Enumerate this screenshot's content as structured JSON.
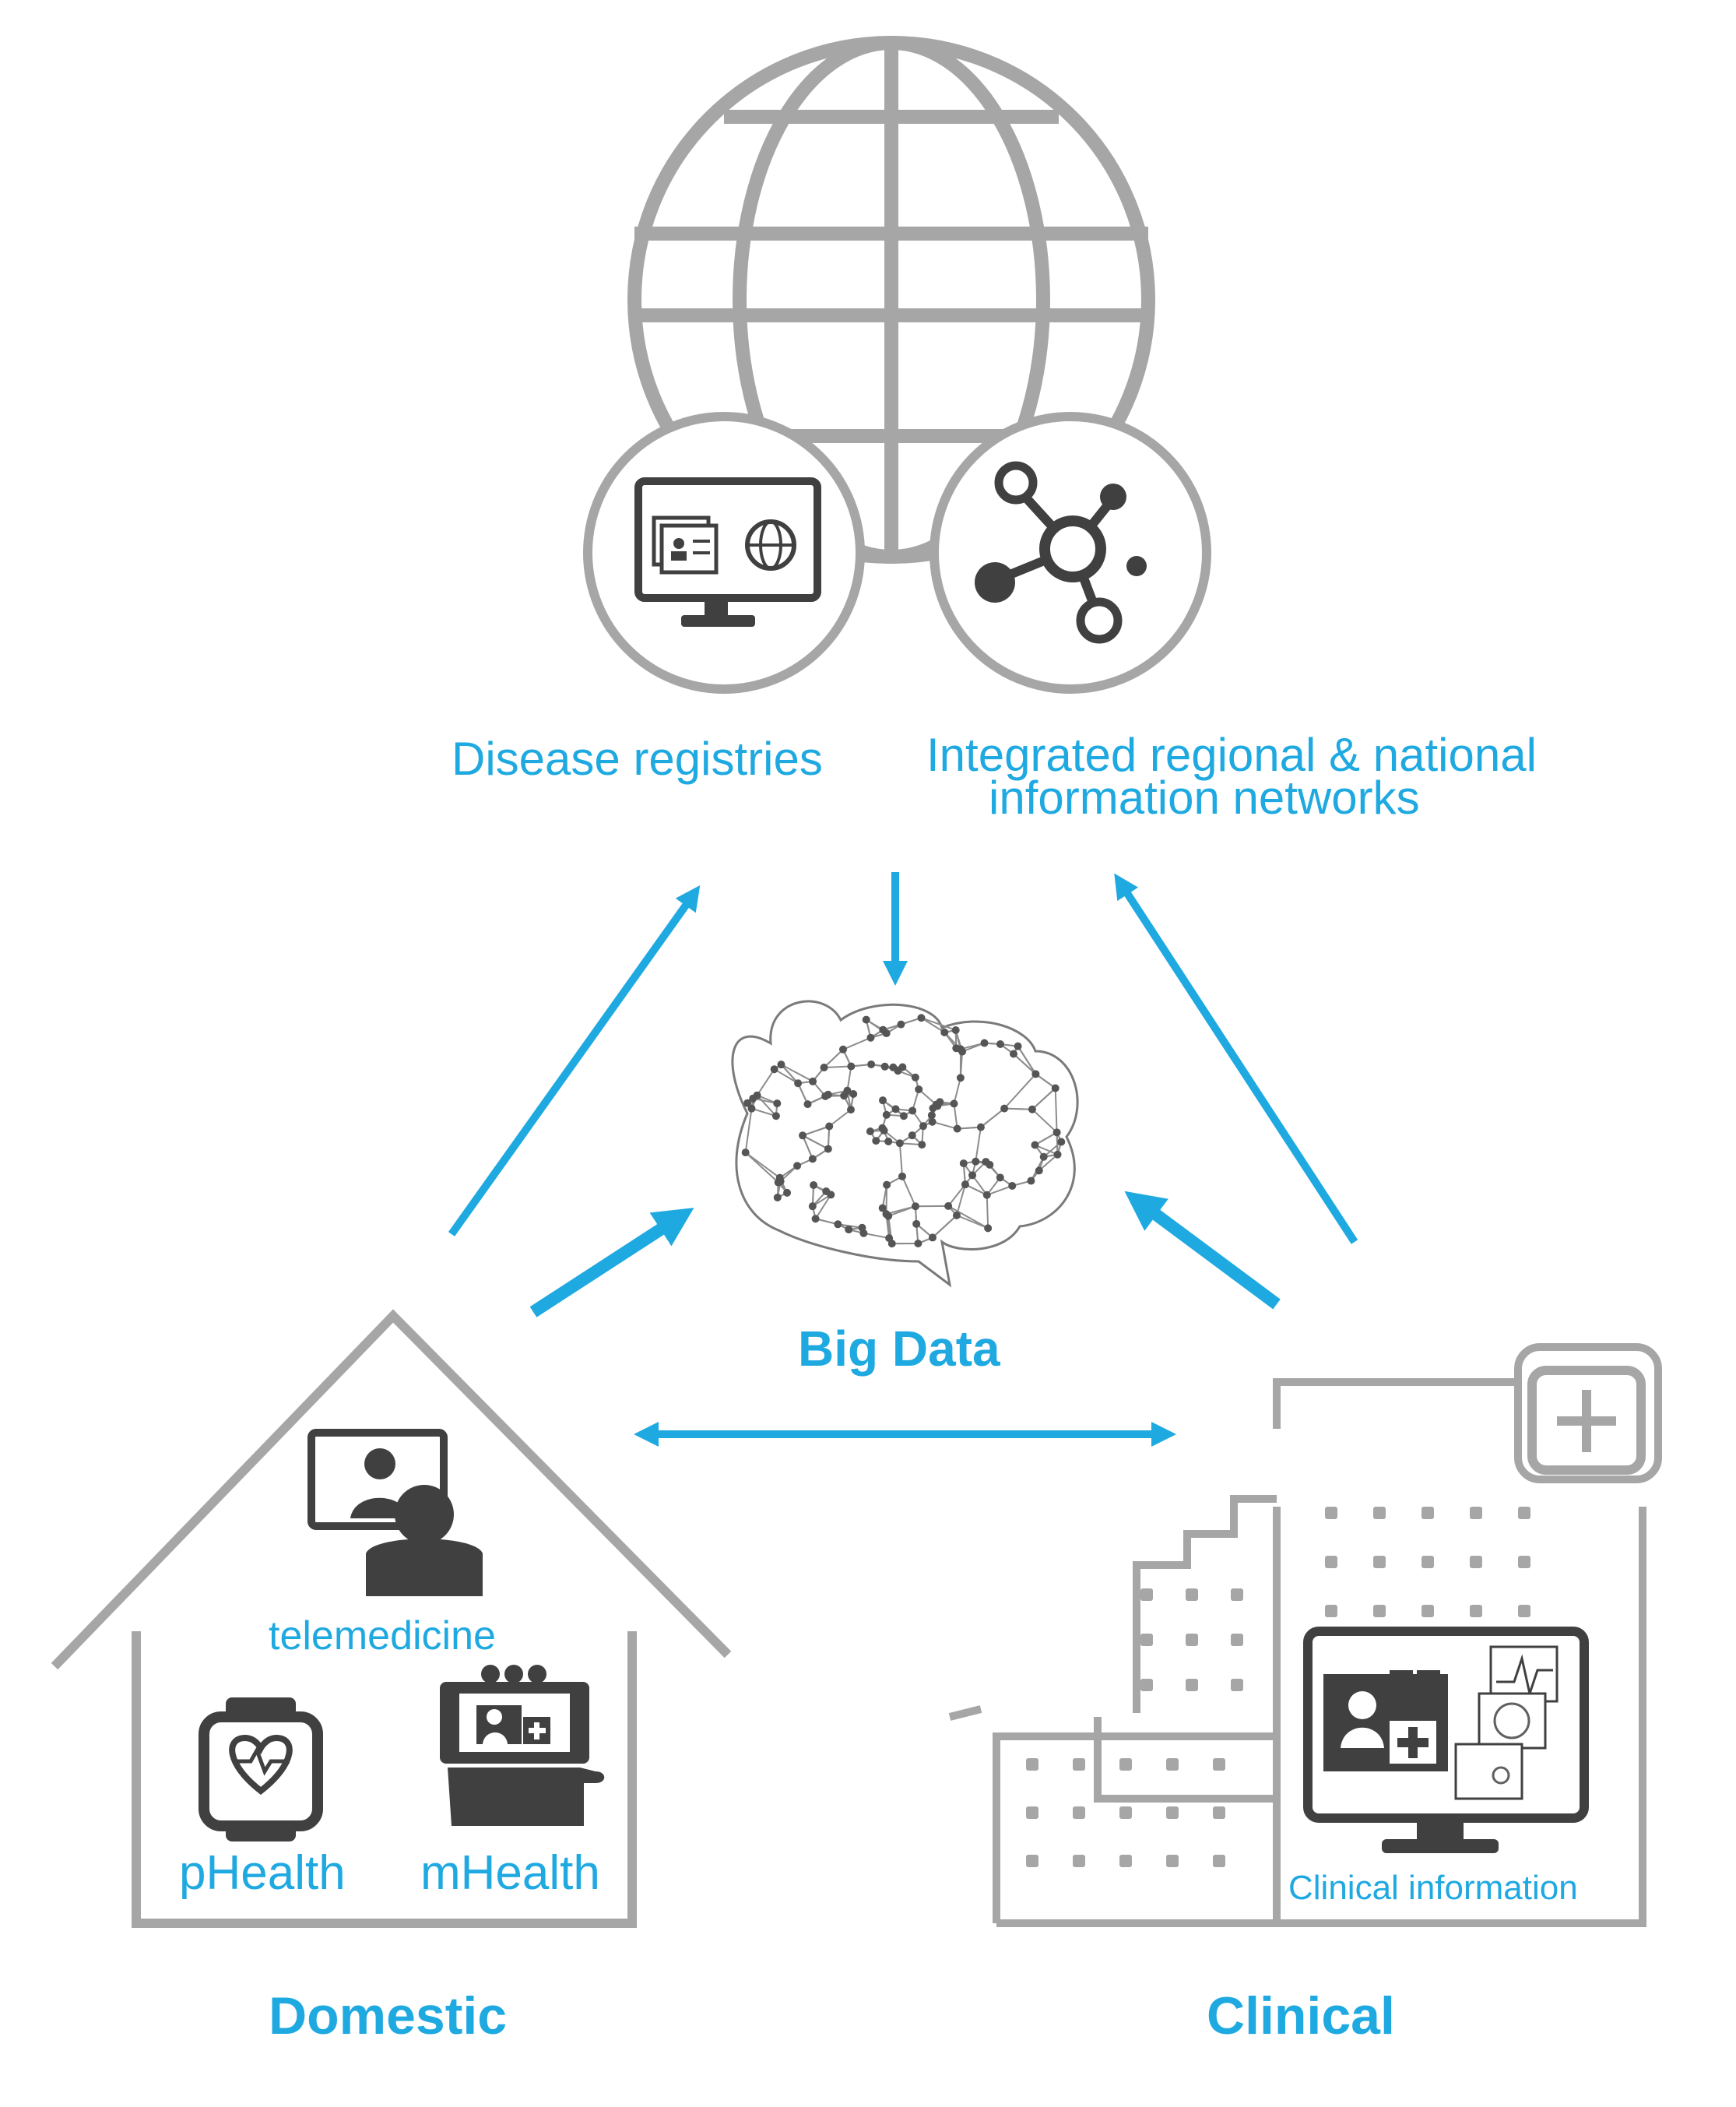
{
  "labels": {
    "disease_registries": "Disease registries",
    "networks_line1": "Integrated regional & national",
    "networks_line2": "information networks",
    "big_data": "Big Data",
    "telemedicine": "telemedicine",
    "phealth": "pHealth",
    "mhealth": "mHealth",
    "clinical_information": "Clinical information",
    "domestic": "Domestic",
    "clinical": "Clinical"
  },
  "icons": [
    "globe-icon",
    "monitor-registry-icon",
    "network-hub-icon",
    "brain-network-icon",
    "house-icon",
    "telemedicine-icon",
    "smartwatch-icon",
    "phone-hand-icon",
    "hospital-building-icon",
    "clinical-monitor-icon"
  ],
  "colors": {
    "accent": "#1fa9e1",
    "outline_gray": "#a6a6a6",
    "icon_dark": "#404040"
  }
}
